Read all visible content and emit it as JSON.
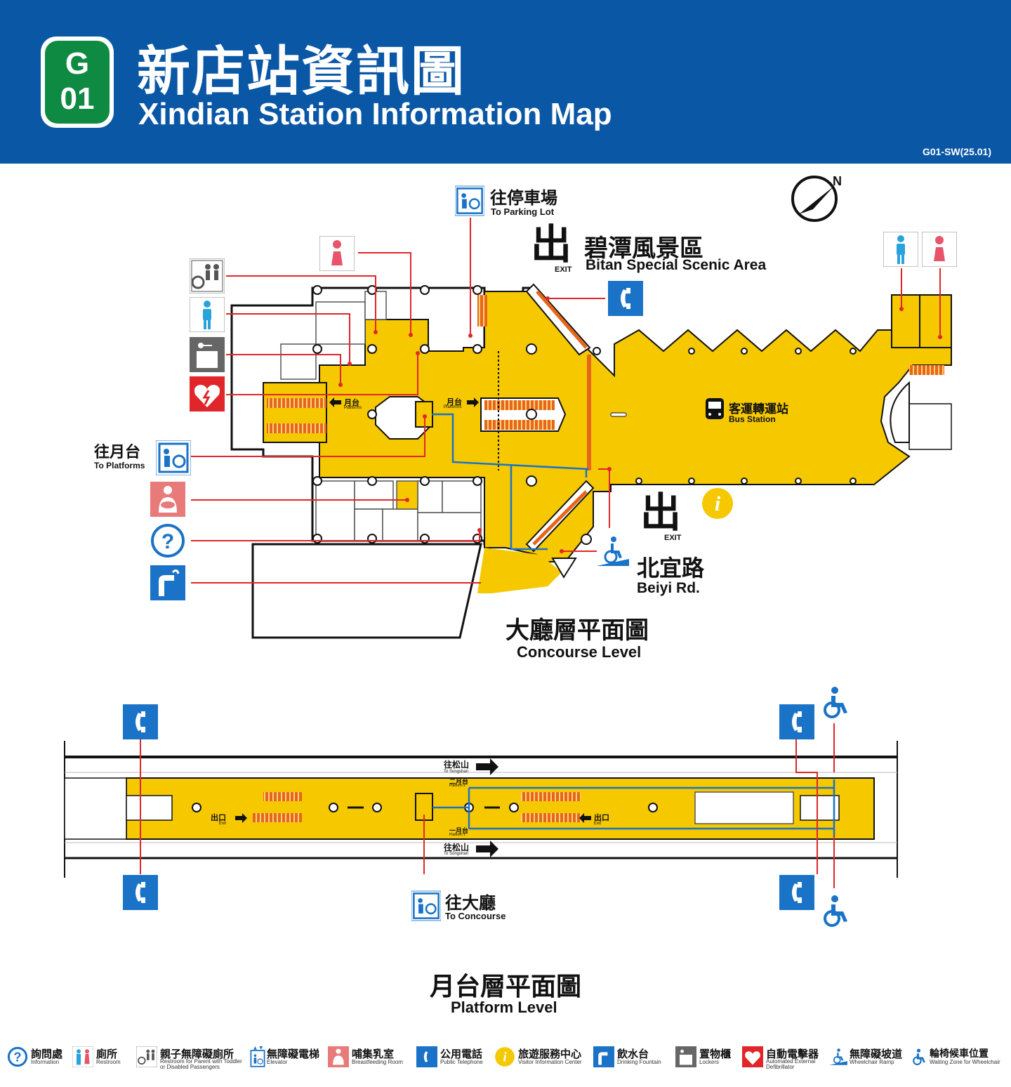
{
  "header": {
    "line_code": "G",
    "station_number": "01",
    "title_zh": "新店站資訊圖",
    "title_en": "Xindian Station Information Map",
    "sign_code": "G01-SW(25.01)"
  },
  "compass": {
    "north": "N"
  },
  "concourse": {
    "title_zh": "大廳層平面圖",
    "title_en": "Concourse Level",
    "parking_zh": "往停車場",
    "parking_en": "To Parking Lot",
    "exit_mark": "出",
    "exit_word": "EXIT",
    "bitan_zh": "碧潭風景區",
    "bitan_en": "Bitan Special Scenic Area",
    "bus_zh": "客運轉運站",
    "bus_en": "Bus Station",
    "beiyi_zh": "北宜路",
    "beiyi_en": "Beiyi Rd.",
    "to_platforms_zh": "往月台",
    "to_platforms_en": "To Platforms",
    "platform_zh": "月台",
    "platform_en": "Platforms"
  },
  "platform": {
    "title_zh": "月台層平面圖",
    "title_en": "Platform Level",
    "to_songshan_zh": "往松山",
    "to_songshan_en": "To Songshan",
    "platform2_zh": "二月台",
    "platform2_en": "Platform 2",
    "platform1_zh": "一月台",
    "platform1_en": "Platform 1",
    "exit_zh": "出口",
    "exit_en": "Exit",
    "to_concourse_zh": "往大廳",
    "to_concourse_en": "To Concourse"
  },
  "colors": {
    "header_blue": "#0a57a6",
    "station_green": "#0f8a43",
    "floor_yellow": "#f5c800",
    "icon_blue": "#1a73c7",
    "route_red": "#e0262a",
    "escalator_orange": "#e6661a"
  },
  "legend": [
    {
      "icon": "information-icon",
      "zh": "詢問處",
      "en": "Information"
    },
    {
      "icon": "restroom-icon",
      "zh": "廁所",
      "en": "Restroom"
    },
    {
      "icon": "family-restroom-icon",
      "zh": "親子無障礙廁所",
      "en": "Restroom for Parent with Toddler or Disabled Passengers"
    },
    {
      "icon": "elevator-icon",
      "zh": "無障礙電梯",
      "en": "Elevator"
    },
    {
      "icon": "breastfeeding-room-icon",
      "zh": "哺集乳室",
      "en": "Breastfeeding Room"
    },
    {
      "icon": "public-telephone-icon",
      "zh": "公用電話",
      "en": "Public Telephone"
    },
    {
      "icon": "visitor-information-icon",
      "zh": "旅遊服務中心",
      "en": "Visitor Information Center"
    },
    {
      "icon": "drinking-fountain-icon",
      "zh": "飲水台",
      "en": "Drinking Fountain"
    },
    {
      "icon": "lockers-icon",
      "zh": "置物櫃",
      "en": "Lockers"
    },
    {
      "icon": "aed-icon",
      "zh": "自動電擊器",
      "en": "Automated External Defibrillator"
    },
    {
      "icon": "wheelchair-ramp-icon",
      "zh": "無障礙坡道",
      "en": "Wheelchair Ramp"
    },
    {
      "icon": "wheelchair-waiting-icon",
      "zh": "輪椅候車位置",
      "en": "Waiting Zone for Wheelchair"
    }
  ]
}
